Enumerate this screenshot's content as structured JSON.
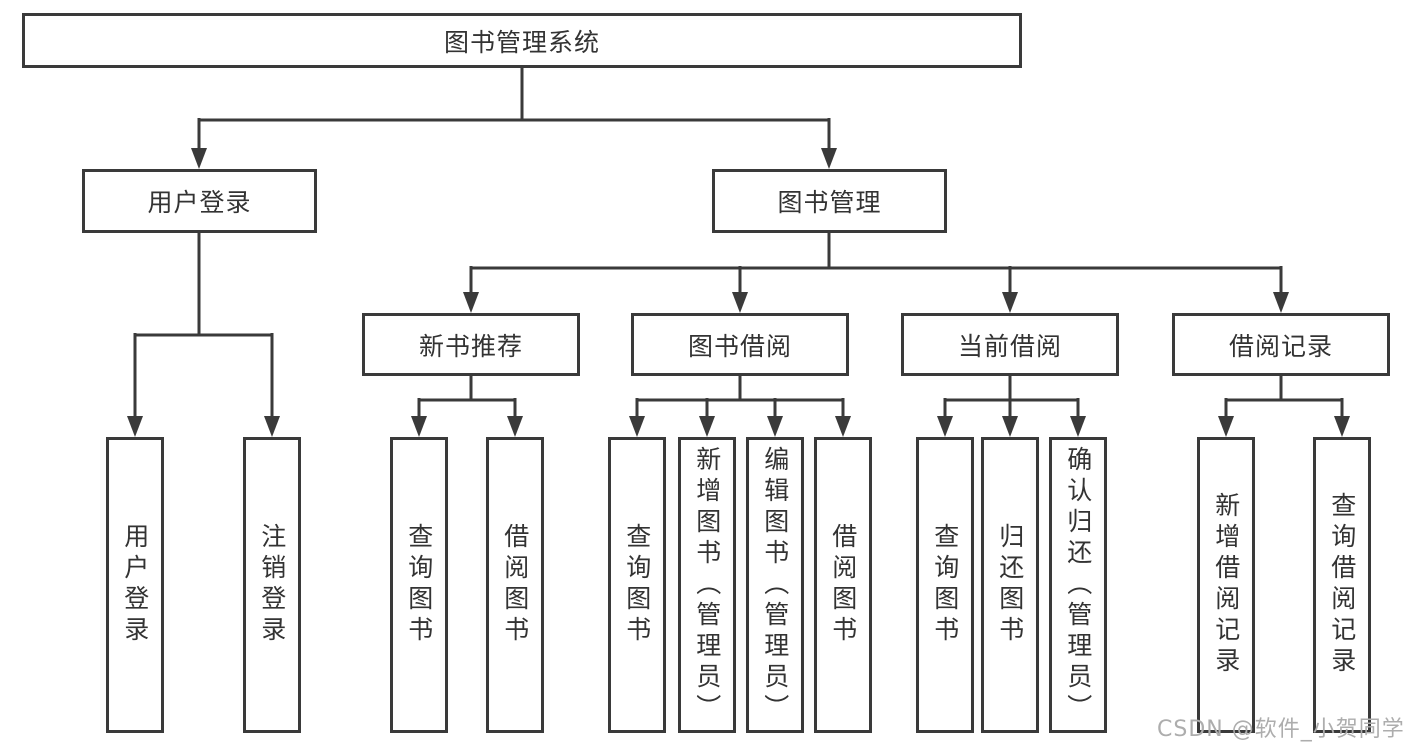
{
  "diagram": {
    "root": "图书管理系统",
    "level2": [
      {
        "label": "用户登录",
        "children": [
          {
            "label": "用户登录"
          },
          {
            "label": "注销登录"
          }
        ]
      },
      {
        "label": "图书管理",
        "children": [
          {
            "label": "新书推荐",
            "children": [
              {
                "label": "查询图书"
              },
              {
                "label": "借阅图书"
              }
            ]
          },
          {
            "label": "图书借阅",
            "children": [
              {
                "label": "查询图书"
              },
              {
                "label": "新增图书（管理员）"
              },
              {
                "label": "编辑图书（管理员）"
              },
              {
                "label": "借阅图书"
              }
            ]
          },
          {
            "label": "当前借阅",
            "children": [
              {
                "label": "查询图书"
              },
              {
                "label": "归还图书"
              },
              {
                "label": "确认归还（管理员）"
              }
            ]
          },
          {
            "label": "借阅记录",
            "children": [
              {
                "label": "新增借阅记录"
              },
              {
                "label": "查询借阅记录"
              }
            ]
          }
        ]
      }
    ]
  },
  "watermark": "CSDN @软件_小贺同学",
  "colors": {
    "line": "#3a3a3a",
    "text": "#333333",
    "watermark": "#adadad",
    "background": "#ffffff"
  }
}
